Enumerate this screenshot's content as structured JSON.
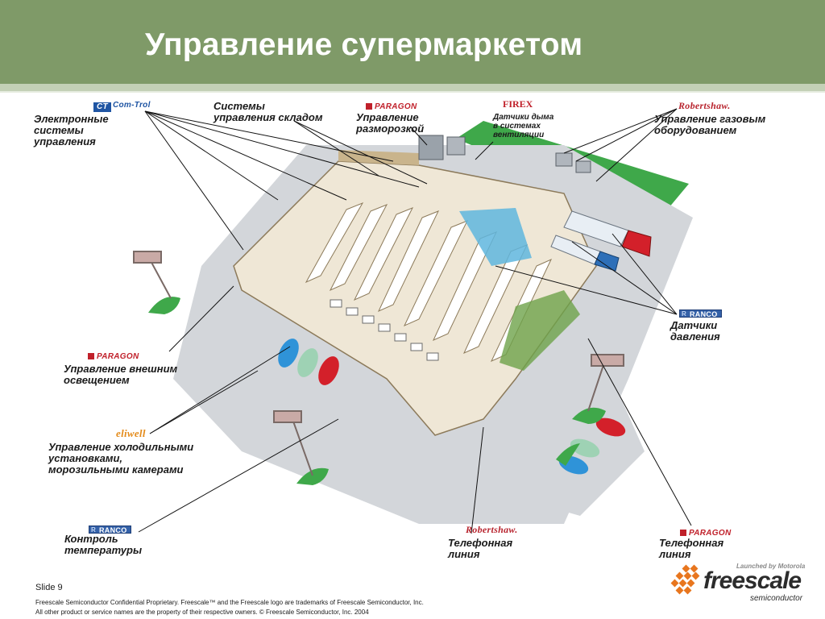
{
  "slide": {
    "title": "Управление супермаркетом",
    "slide_number": "Slide 9",
    "footer_line1": "Freescale Semiconductor Confidential Proprietary. Freescale™ and the Freescale logo are trademarks of Freescale Semiconductor, Inc.",
    "footer_line2": "All other product or service names are the property of their respective owners. © Freescale Semiconductor, Inc. 2004"
  },
  "callouts": {
    "ecs": {
      "brand": "Com-Trol",
      "brand_mark": "CT",
      "text": "Электронные\nсистемы\nуправления"
    },
    "warehouse": {
      "text": "Системы\nуправления складом"
    },
    "defrost": {
      "brand": "PARAGON",
      "text": "Управление\nразморозкой"
    },
    "smoke": {
      "brand": "FIREX",
      "text": "Датчики дыма\nв системах\nвентиляции"
    },
    "gas": {
      "brand": "Robertshaw.",
      "text": "Управление газовым\nоборудованием"
    },
    "pressure": {
      "brand": "RANCO",
      "text": "Датчики\nдавления"
    },
    "lighting": {
      "brand": "PARAGON",
      "text": "Управление внешним\nосвещением"
    },
    "refrigeration": {
      "brand": "eliwell",
      "text": "Управление холодильными\nустановками,\nморозильными камерами"
    },
    "temperature": {
      "brand": "RANCO",
      "text": "Контроль\nтемпературы"
    },
    "phone_rbt": {
      "brand": "Robertshaw.",
      "text": "Телефонная\nлиния"
    },
    "phone_paragon": {
      "brand": "PARAGON",
      "text": "Телефонная\nлиния"
    }
  },
  "logo": {
    "launched": "Launched by Motorola",
    "wordmark": "freescale",
    "sub": "semiconductor",
    "colors": {
      "orange": "#e8761e",
      "dark": "#2c2c2c"
    }
  },
  "colors": {
    "header": "#7f9a68",
    "lawn": "#3fa84a",
    "lot": "#d3d6da",
    "floor": "#efe7d6",
    "brand_red": "#c0202a",
    "ranco_blue": "#3461a8"
  }
}
